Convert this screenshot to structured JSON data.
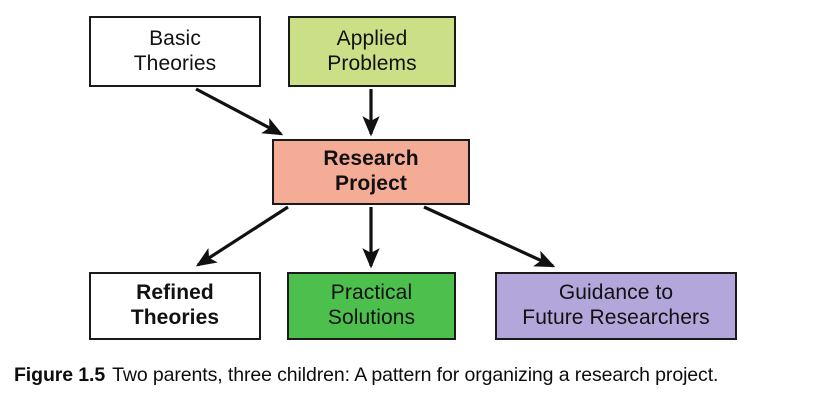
{
  "figure": {
    "caption_label": "Figure 1.5",
    "caption_text": "Two parents, three children: A pattern for organizing a research project.",
    "background": "#ffffff",
    "stroke": "#1a1a1a"
  },
  "diagram": {
    "type": "flowchart",
    "nodes": [
      {
        "id": "basic-theories",
        "role": "parent",
        "line1": "Basic",
        "line2": "Theories",
        "fill": "#ffffff",
        "text_color": "#111111",
        "bold": false
      },
      {
        "id": "applied-problems",
        "role": "parent",
        "line1": "Applied",
        "line2": "Problems",
        "fill": "#cbe086",
        "text_color": "#111111",
        "bold": false
      },
      {
        "id": "research-project",
        "role": "center",
        "line1": "Research",
        "line2": "Project",
        "fill": "#f5ac96",
        "text_color": "#111111",
        "bold": true
      },
      {
        "id": "refined-theories",
        "role": "child",
        "line1": "Refined",
        "line2": "Theories",
        "fill": "#ffffff",
        "text_color": "#111111",
        "bold": true
      },
      {
        "id": "practical-solutions",
        "role": "child",
        "line1": "Practical",
        "line2": "Solutions",
        "fill": "#4dbf4d",
        "text_color": "#111111",
        "bold": false
      },
      {
        "id": "guidance-future-researchers",
        "role": "child",
        "line1": "Guidance to",
        "line2": "Future Researchers",
        "fill": "#b3a6db",
        "text_color": "#111111",
        "bold": false
      }
    ],
    "edges": [
      {
        "id": "basic-theories-to-research-project",
        "from": "basic-theories",
        "to": "research-project",
        "style": "diagonal-down-right"
      },
      {
        "id": "applied-problems-to-research-project",
        "from": "applied-problems",
        "to": "research-project",
        "style": "vertical-down"
      },
      {
        "id": "research-project-to-refined-theories",
        "from": "research-project",
        "to": "refined-theories",
        "style": "diagonal-down-left"
      },
      {
        "id": "research-project-to-practical-solutions",
        "from": "research-project",
        "to": "practical-solutions",
        "style": "vertical-down"
      },
      {
        "id": "research-project-to-guidance-future-researchers",
        "from": "research-project",
        "to": "guidance-future-researchers",
        "style": "diagonal-down-right"
      }
    ]
  }
}
